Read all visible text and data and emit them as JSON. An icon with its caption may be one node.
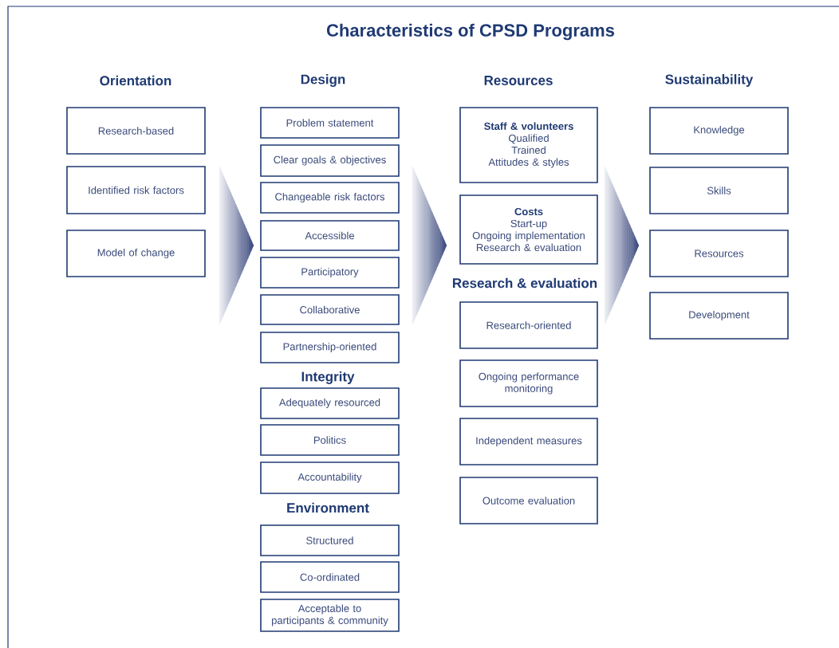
{
  "diagram": {
    "title": "Characteristics of CPSD Programs",
    "nodes": [
      {
        "text": [
          "Research-based"
        ]
      },
      {
        "text": [
          "Identified risk factors"
        ]
      },
      {
        "text": [
          "Model of change"
        ]
      },
      {
        "text": [
          "Problem statement"
        ]
      },
      {
        "text": [
          "Clear goals & objectives"
        ]
      },
      {
        "text": [
          "Changeable risk factors"
        ]
      },
      {
        "text": [
          "Accessible"
        ]
      },
      {
        "text": [
          "Participatory"
        ]
      },
      {
        "text": [
          "Collaborative"
        ]
      },
      {
        "text": [
          "Partnership-oriented"
        ]
      },
      {
        "text": [
          "Adequately resourced"
        ]
      },
      {
        "text": [
          "Politics"
        ]
      },
      {
        "text": [
          "Accountability"
        ]
      },
      {
        "text": [
          "Structured"
        ]
      },
      {
        "text": [
          "Co-ordinated"
        ]
      },
      {
        "text": [
          "Acceptable to participants & community"
        ]
      },
      {
        "text": [
          "Staff & volunteers",
          "Qualified",
          "Trained",
          "Attitudes & styles"
        ]
      },
      {
        "text": [
          "Costs",
          "Start-up",
          "Ongoing implementation",
          "Research & evaluation"
        ]
      },
      {
        "text": [
          "Research-oriented"
        ]
      },
      {
        "text": [
          "Ongoing performance monitoring"
        ]
      },
      {
        "text": [
          "Independent measures"
        ]
      },
      {
        "text": [
          "Outcome evaluation"
        ]
      },
      {
        "text": [
          "Knowledge"
        ]
      },
      {
        "text": [
          "Skills"
        ]
      },
      {
        "text": [
          "Resources"
        ]
      },
      {
        "text": [
          "Development"
        ]
      }
    ],
    "labels": [
      "Orientation",
      "Design",
      "Resources",
      "Sustainability",
      "Research & evaluation",
      "Integrity",
      "Environment"
    ]
  }
}
